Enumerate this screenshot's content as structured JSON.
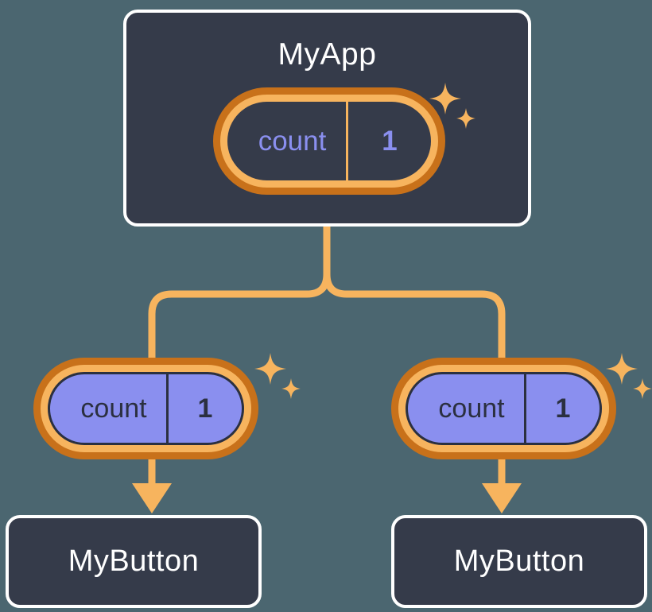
{
  "diagram": {
    "title_node": {
      "label": "MyApp"
    },
    "palette": {
      "page_background": "#4b6670",
      "card_background": "#353b4a",
      "card_border": "#ffffff",
      "pill_ring_outer": "#c8711a",
      "pill_ring_inner": "#f7b45e",
      "pill_child_fill": "#8a8fef",
      "accent_text": "#8a8fef",
      "dark_text": "#2b3040",
      "connector": "#f7b45e",
      "sparkle": "#f7b45e"
    },
    "nodes": {
      "app": {
        "label": "MyApp",
        "state": {
          "key": "count",
          "value": "1"
        }
      },
      "children": [
        {
          "label": "MyButton",
          "state": {
            "key": "count",
            "value": "1"
          }
        },
        {
          "label": "MyButton",
          "state": {
            "key": "count",
            "value": "1"
          }
        }
      ]
    },
    "icons": {
      "sparkle_large": "sparkle-icon",
      "sparkle_small": "sparkle-icon",
      "arrow_down": "arrow-down-icon"
    }
  }
}
